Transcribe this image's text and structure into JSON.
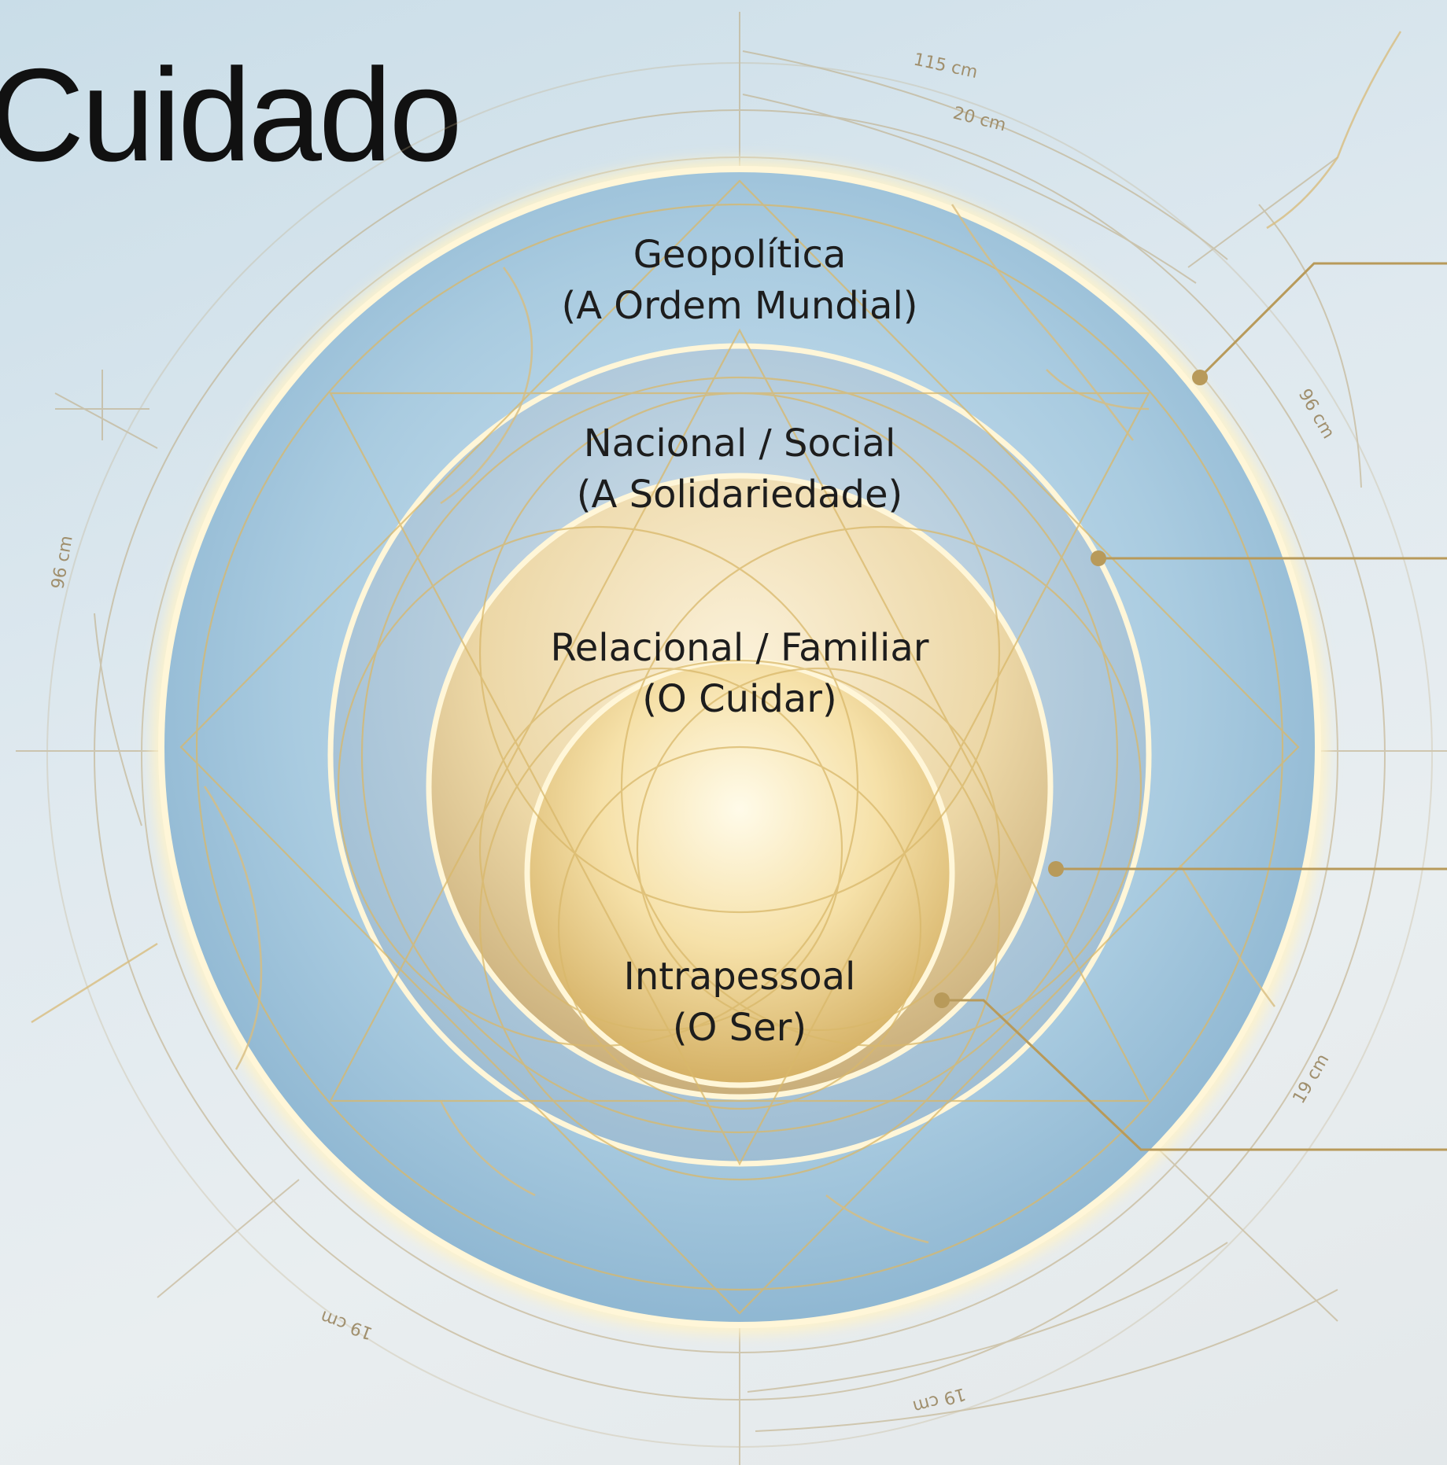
{
  "title": "Cuidado",
  "layers": [
    {
      "name": "Geopolítica",
      "subtitle": "(A Ordem Mundial)"
    },
    {
      "name": "Nacional / Social",
      "subtitle": "(A Solidariedade)"
    },
    {
      "name": "Relacional / Familiar",
      "subtitle": "(O Cuidar)"
    },
    {
      "name": "Intrapessoal",
      "subtitle": "(O Ser)"
    }
  ],
  "dimensions": {
    "top_outer": "115 cm",
    "top_inner": "20 cm",
    "right_upper": "96 cm",
    "left": "96 cm",
    "right_lower": "19 cm",
    "bottom_left": "19 cm",
    "bottom": "19 cm"
  },
  "colors": {
    "outer_blue": "#9fc4dc",
    "gold_line": "#c8a560",
    "glow": "#fff4cf",
    "core_gold": "#f3d898"
  }
}
